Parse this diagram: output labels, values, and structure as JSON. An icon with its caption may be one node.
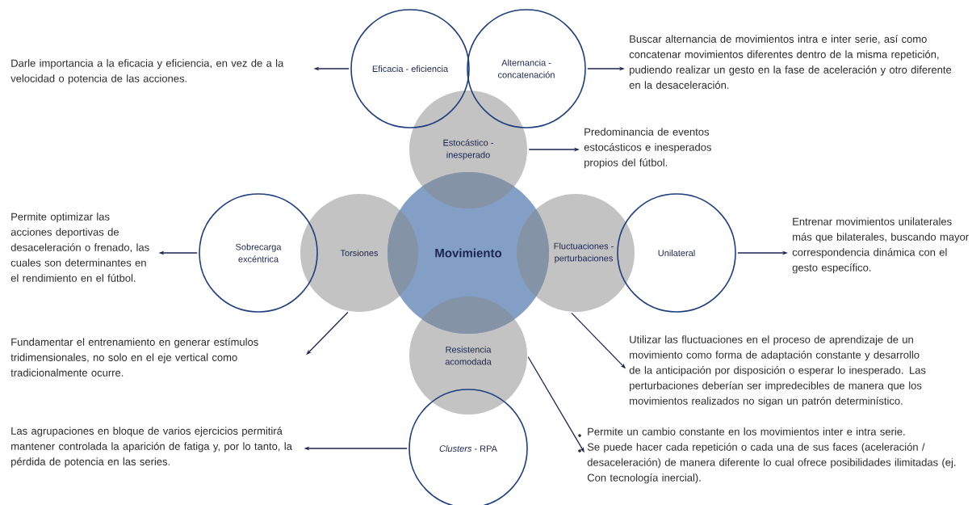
{
  "diagram": {
    "nodes": [
      {
        "text": [
          "Eficacia - eficiencia"
        ]
      },
      {
        "text": [
          "Alternancia - concatenación"
        ]
      },
      {
        "text": [
          "Estocástico - inesperado"
        ]
      },
      {
        "text": [
          "Movimiento"
        ]
      },
      {
        "text": [
          "Torsiones"
        ]
      },
      {
        "text": [
          "Sobrecarga excéntrica"
        ]
      },
      {
        "text": [
          "Fluctuaciones - perturbaciones"
        ]
      },
      {
        "text": [
          "Unilateral"
        ]
      },
      {
        "text": [
          "Resistencia acomodada"
        ]
      },
      {
        "text": [
          "*Clusters* - RPA"
        ]
      },
      {
        "text": [
          "Darle importancia a la eficacia y eficiencia, en vez de a la velocidad o potencia de las acciones."
        ]
      },
      {
        "text": [
          "Buscar alternancia de movimientos intra e inter serie, así como concatenar movimientos diferentes dentro de la misma repetición, pudiendo realizar un gesto en la fase de aceleración y otro diferente en la desaceleración."
        ]
      },
      {
        "text": [
          "Predominancia de eventos estocásticos e inesperados propios del fútbol."
        ]
      },
      {
        "text": [
          "Permite optimizar las acciones deportivas de desaceleración o frenado, las cuales son determinantes en el rendimiento en el fútbol."
        ]
      },
      {
        "text": [
          "Entrenar movimientos unilaterales más que bilaterales, buscando mayor correspondencia dinámica con el gesto específico."
        ]
      },
      {
        "text": [
          "Fundamentar el entrenamiento en generar estímulos tridimensionales, no solo en el eje vertical como tradicionalmente ocurre."
        ]
      },
      {
        "text": [
          "Utilizar las fluctuaciones en el proceso de aprendizaje de un movimiento como forma de adaptación constante y desarrollo de la anticipación por disposición o esperar lo inesperado. Las perturbaciones deberían ser impredecibles de manera que los movimientos realizados no sigan un patrón determinístico."
        ]
      },
      {
        "text": [
          "Las agrupaciones en bloque de varios ejercicios permitirá mantener controlada la aparición de fatiga y, por lo tanto, la pérdida de potencia en las series."
        ]
      },
      {
        "text": [
          "Permite un cambio constante en los movimientos inter e intra serie.",
          "Se puede hacer cada repetición o cada una de sus faces (aceleración / desaceleración) de manera diferente lo cual ofrece posibilidades ilimitadas (ej. Con tecnología inercial)."
        ]
      }
    ],
    "edges": [
      {
        "from": 0,
        "to": 10,
        "arrow": "to"
      },
      {
        "from": 1,
        "to": 11,
        "arrow": "to"
      },
      {
        "from": 2,
        "to": 12,
        "arrow": "to"
      },
      {
        "from": 5,
        "to": 13,
        "arrow": "to"
      },
      {
        "from": 7,
        "to": 14,
        "arrow": "to"
      },
      {
        "from": 4,
        "to": 15,
        "arrow": "to"
      },
      {
        "from": 6,
        "to": 16,
        "arrow": "to"
      },
      {
        "from": 8,
        "to": 18,
        "arrow": "to"
      },
      {
        "from": 9,
        "to": 17,
        "arrow": "to"
      }
    ]
  }
}
